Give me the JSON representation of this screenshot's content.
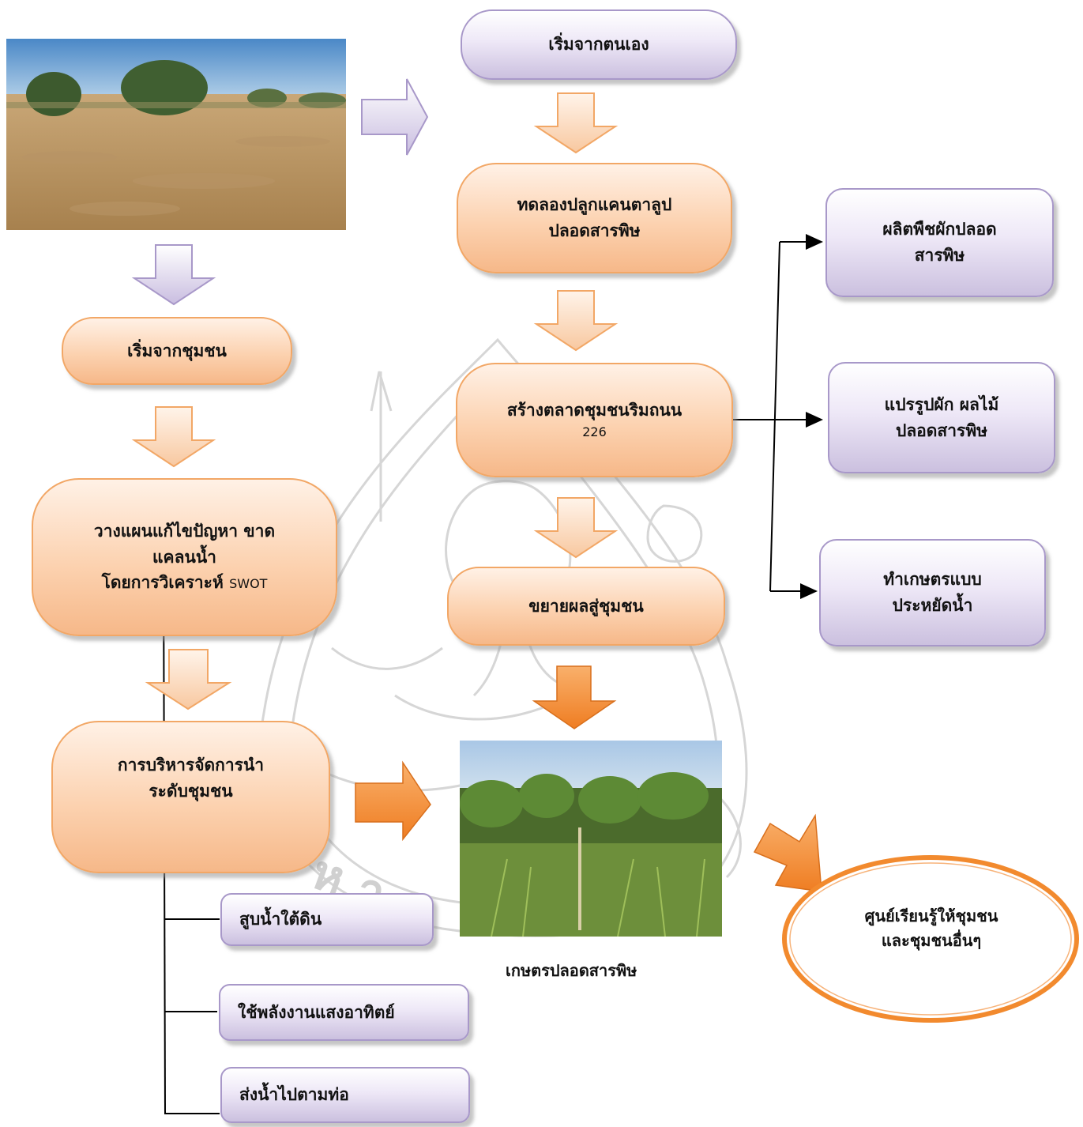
{
  "nodes": {
    "start_self": "เริ่มจากตนเอง",
    "trial_line1": "ทดลองปลูกแคนตาลูป",
    "trial_line2": "ปลอดสารพิษ",
    "market_line1": "สร้างตลาดชุมชนริมถนน",
    "market_line2": "226",
    "expand": "ขยายผลสู่ชุมชน",
    "start_community": "เริ่มจากชุมชน",
    "plan_line1": "วางแผนแก้ไขปัญหา  ขาด",
    "plan_line2": "แคลนน้ำ",
    "plan_line3": "โดยการวิเคราะห์ ",
    "plan_swot": "SWOT",
    "manage_line1": "การบริหารจัดการนำ",
    "manage_line2": "ระดับชุมชน",
    "veg_line1": "ผลิตพืชผักปลอด",
    "veg_line2": "สารพิษ",
    "process_line1": "แปรรูปผัก ผลไม้",
    "process_line2": "ปลอดสารพิษ",
    "water_line1": "ทำเกษตรแบบ",
    "water_line2": "ประหยัดน้ำ",
    "pump": "สูบน้ำใต้ดิน",
    "solar": "ใช้พลังงานแสงอาทิตย์",
    "pipe": "ส่งน้ำไปตามท่อ",
    "photo_caption": "เกษตรปลอดสารพิษ",
    "center_line1": "ศูนย์เรียนรู้ให้ชุมชน",
    "center_line2": "และชุมชนอื่นๆ"
  },
  "colors": {
    "orange_fill": "#fcd2b0",
    "orange_border": "#f2a766",
    "purple_fill": "#e6dff2",
    "purple_border": "#a898c9",
    "accent_arrow": "#f28a2e",
    "ellipse_border": "#f28a2e"
  }
}
